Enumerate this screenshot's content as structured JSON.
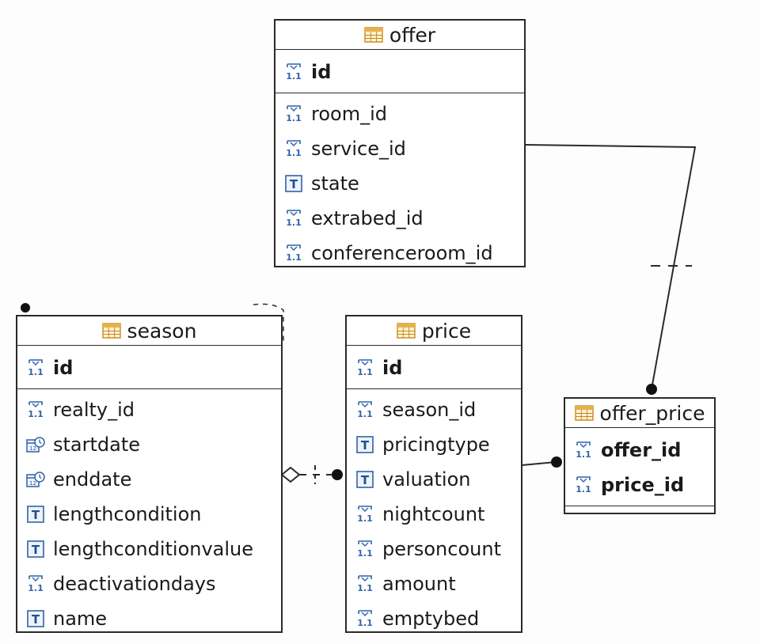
{
  "entities": [
    {
      "id": "offer",
      "name": "offer",
      "primary_keys": [
        {
          "name": "id",
          "icon": "numeric-icon"
        }
      ],
      "fields": [
        {
          "name": "room_id",
          "icon": "numeric-icon"
        },
        {
          "name": "service_id",
          "icon": "numeric-icon"
        },
        {
          "name": "state",
          "icon": "text-icon"
        },
        {
          "name": "extrabed_id",
          "icon": "numeric-icon"
        },
        {
          "name": "conferenceroom_id",
          "icon": "numeric-icon"
        }
      ]
    },
    {
      "id": "season",
      "name": "season",
      "primary_keys": [
        {
          "name": "id",
          "icon": "numeric-icon"
        }
      ],
      "fields": [
        {
          "name": "realty_id",
          "icon": "numeric-icon"
        },
        {
          "name": "startdate",
          "icon": "date-icon"
        },
        {
          "name": "enddate",
          "icon": "date-icon"
        },
        {
          "name": "lengthcondition",
          "icon": "text-icon"
        },
        {
          "name": "lengthconditionvalue",
          "icon": "text-icon"
        },
        {
          "name": "deactivationdays",
          "icon": "numeric-icon"
        },
        {
          "name": "name",
          "icon": "text-icon"
        }
      ]
    },
    {
      "id": "price",
      "name": "price",
      "primary_keys": [
        {
          "name": "id",
          "icon": "numeric-icon"
        }
      ],
      "fields": [
        {
          "name": "season_id",
          "icon": "numeric-icon"
        },
        {
          "name": "pricingtype",
          "icon": "text-icon"
        },
        {
          "name": "valuation",
          "icon": "text-icon"
        },
        {
          "name": "nightcount",
          "icon": "numeric-icon"
        },
        {
          "name": "personcount",
          "icon": "numeric-icon"
        },
        {
          "name": "amount",
          "icon": "numeric-icon"
        },
        {
          "name": "emptybed",
          "icon": "numeric-icon"
        }
      ]
    },
    {
      "id": "offer_price",
      "name": "offer_price",
      "primary_keys": [
        {
          "name": "offer_id",
          "icon": "numeric-icon"
        },
        {
          "name": "price_id",
          "icon": "numeric-icon"
        }
      ],
      "fields": []
    }
  ],
  "relationships": [
    {
      "from": "offer",
      "to": "offer_price",
      "from_end": "none",
      "to_end": "filled-dot",
      "style": "solid"
    },
    {
      "from": "price",
      "to": "offer_price",
      "from_end": "none",
      "to_end": "filled-dot",
      "style": "solid"
    },
    {
      "from": "season",
      "to": "price",
      "from_end": "hollow-diamond",
      "to_end": "filled-dot",
      "style": "dashed"
    }
  ],
  "colors": {
    "border": "#2a2a2a",
    "table_icon_header": "#c8881a",
    "table_icon_grid": "#e7b24a",
    "field_icon": "#2f63a8"
  }
}
